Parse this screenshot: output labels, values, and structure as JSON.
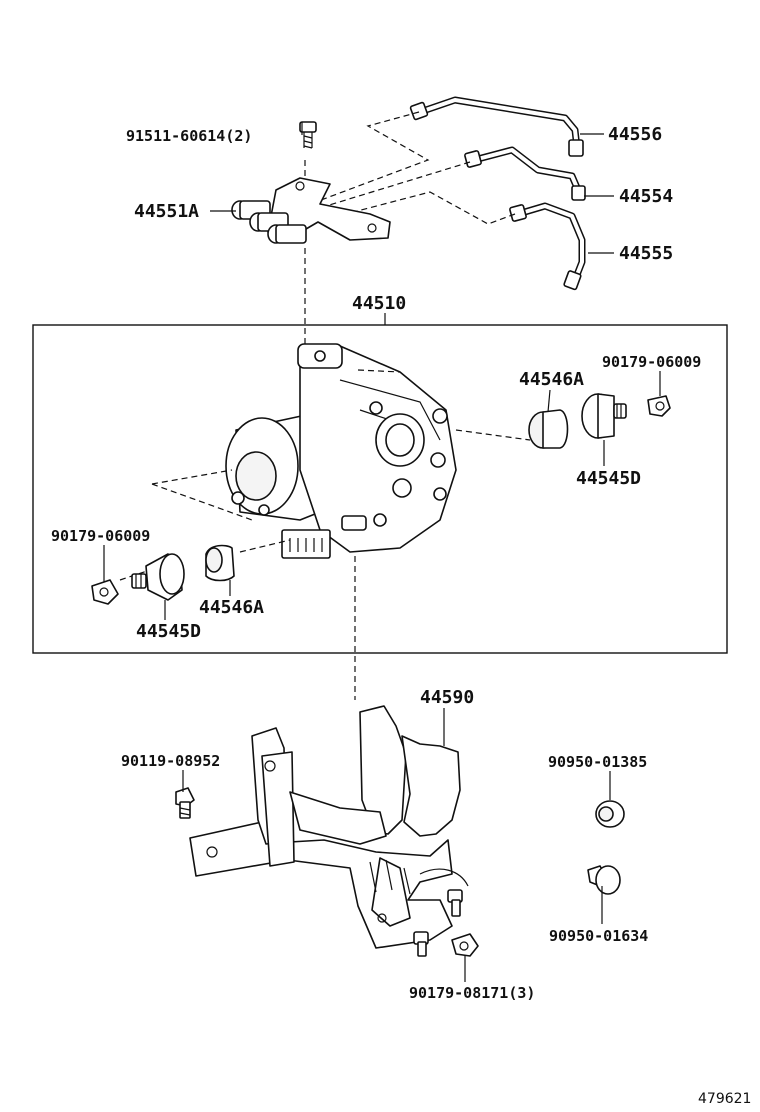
{
  "labels": {
    "p91511": "91511-60614(2)",
    "p44551A": "44551A",
    "p44556": "44556",
    "p44554": "44554",
    "p44555": "44555",
    "p44510": "44510",
    "p90179_top": "90179-06009",
    "p44546A_right": "44546A",
    "p44545D_right": "44545D",
    "p90179_left": "90179-06009",
    "p44546A_left": "44546A",
    "p44545D_left": "44545D",
    "p44590": "44590",
    "p90119": "90119-08952",
    "p90950_01385": "90950-01385",
    "p90950_01634": "90950-01634",
    "p90179_08171": "90179-08171(3)",
    "ref_number": "479621"
  }
}
